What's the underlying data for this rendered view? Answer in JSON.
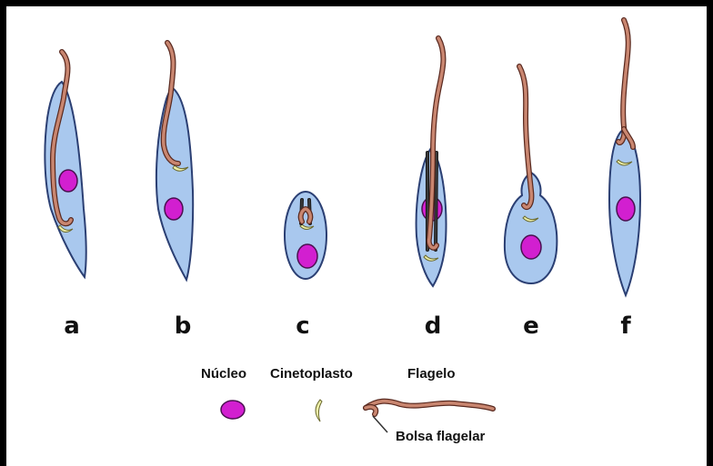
{
  "stages": [
    {
      "id": "a",
      "label": "a"
    },
    {
      "id": "b",
      "label": "b"
    },
    {
      "id": "c",
      "label": "c"
    },
    {
      "id": "d",
      "label": "d"
    },
    {
      "id": "e",
      "label": "e"
    },
    {
      "id": "f",
      "label": "f"
    }
  ],
  "legend": {
    "nucleus": "Núcleo",
    "kinetoplast": "Cinetoplasto",
    "flagellum": "Flagelo",
    "flagellar_pocket": "Bolsa flagelar"
  },
  "colors": {
    "cell_body": "#a9c8ee",
    "cell_outline": "#2b3f73",
    "nucleus": "#d21fd0",
    "kinetoplast": "#eef0a8",
    "flagellum": "#b86e58",
    "flagellum_outline": "#5a2a20"
  }
}
